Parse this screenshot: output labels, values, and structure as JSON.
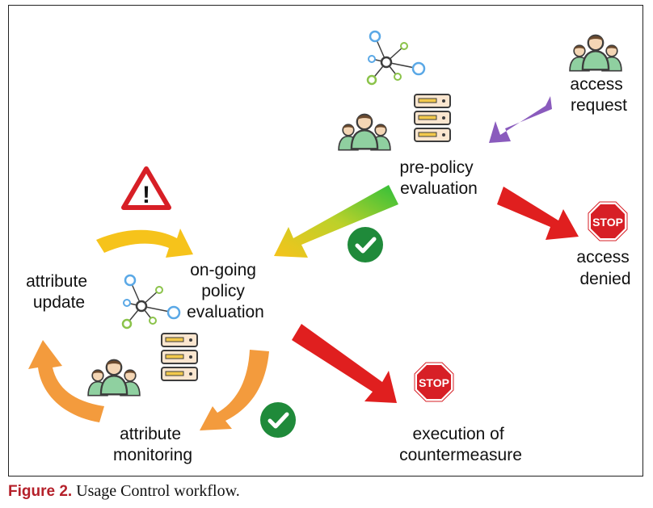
{
  "nodes": {
    "access_request": [
      "access",
      "request"
    ],
    "pre_policy": [
      "pre-policy",
      "evaluation"
    ],
    "access_denied": [
      "access",
      "denied"
    ],
    "ongoing": [
      "on-going",
      "policy",
      "evaluation"
    ],
    "attribute_update": [
      "attribute",
      "update"
    ],
    "attribute_monitoring": [
      "attribute",
      "monitoring"
    ],
    "countermeasure": [
      "execution of",
      "countermeasure"
    ]
  },
  "stop_signs": [
    "STOP",
    "STOP"
  ],
  "warning_symbol": "!",
  "icons": [
    "user-group-icon",
    "server-icon",
    "network-icon",
    "stop-sign-icon",
    "warning-icon",
    "check-icon"
  ],
  "colors": {
    "purple": "#8a5bbd",
    "red": "#e01f1f",
    "yellow": "#f6c31b",
    "orange": "#f39b3d",
    "green_check": "#1f8a3a",
    "stop_red": "#d71f26",
    "caption_red": "#b5202a"
  },
  "caption": {
    "figure": "Figure 2.",
    "text": " Usage Control workflow."
  }
}
